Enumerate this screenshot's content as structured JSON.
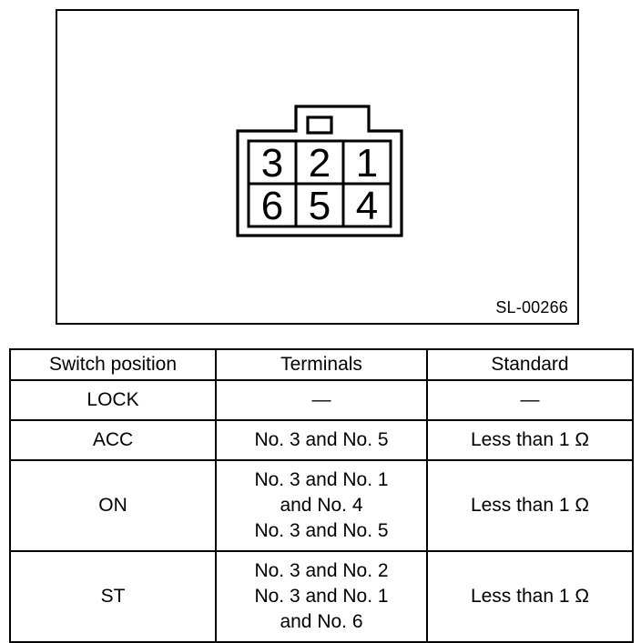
{
  "figure": {
    "label": "SL-00266",
    "connector": {
      "name": "ignition-switch-connector",
      "rows": [
        [
          "3",
          "2",
          "1"
        ],
        [
          "6",
          "5",
          "4"
        ]
      ]
    }
  },
  "table": {
    "headers": [
      "Switch position",
      "Terminals",
      "Standard"
    ],
    "rows": [
      {
        "position": "LOCK",
        "terminals": "—",
        "standard": "—"
      },
      {
        "position": "ACC",
        "terminals": "No. 3 and No. 5",
        "standard": "Less than 1 Ω"
      },
      {
        "position": "ON",
        "terminals": "No. 3 and No. 1\nand No. 4\nNo. 3 and No. 5",
        "standard": "Less than 1 Ω"
      },
      {
        "position": "ST",
        "terminals": "No. 3 and No. 2\nNo. 3 and No. 1\nand No. 6",
        "standard": "Less than 1 Ω"
      }
    ]
  },
  "colors": {
    "ink": "#000000",
    "paper": "#ffffff"
  }
}
